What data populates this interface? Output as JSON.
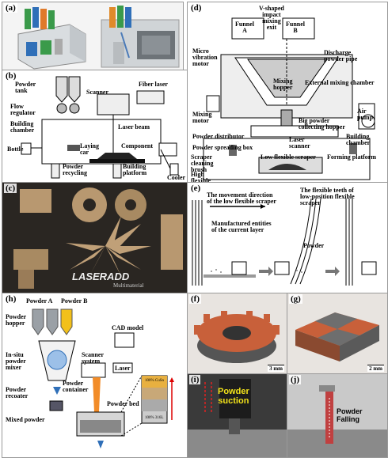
{
  "panels": {
    "a": {
      "label": "(a)"
    },
    "b": {
      "label": "(b)",
      "powder_tank": "Powder\ntank",
      "flow_regulator": "Flow\nregulator",
      "building_chamber": "Building\nchamber",
      "bottle": "Bottle",
      "scanner": "Scanner",
      "fiber_laser": "Fiber laser",
      "laser_beam": "Laser beam",
      "laying_car": "Laying\ncar",
      "component": "Component",
      "powder_recycling": "Powder\nrecycling",
      "building_platform": "Building\nplatform",
      "cooler": "Cooler"
    },
    "c": {
      "label": "(c)",
      "logo_main": "LASERADD",
      "logo_sub": "Multimaterial"
    },
    "d": {
      "label": "(d)",
      "funnel_a": "Funnel\nA",
      "funnel_b": "Funnel\nB",
      "v_shaped": "V-shaped\nimpact\nmixing\nexit",
      "micro_vibration": "Micro\nvibration\nmotor",
      "discharge": "Discharge\npowder pipe",
      "mixing_hopper": "Mixing\nhopper",
      "external_mixing": "External mixing chamber",
      "mixing_motor": "Mixing\nmotor",
      "big_powder": "Big powder\ncollecting hopper",
      "air_pump": "Air\npump",
      "powder_distributor": "Powder distributor",
      "powder_spreading_box": "Powder spreading box",
      "laser_scanner": "Laser\nscanner",
      "building_chamber": "Building\nchamber",
      "low_flexible_scraper": "Low flexible scraper",
      "forming_platform": "Forming platform",
      "scraper_cleaning": "Scraper\ncleaning\nbrush",
      "high_flexible": "High\nflexible\nscraper"
    },
    "e": {
      "label": "(e)",
      "movement": "The movement direction\nof the low flexible scraper",
      "manufactured": "Manufactured entities\nof the current layer",
      "flexible_teeth": "The flexible teeth of\nlow-position flexible\nscraper",
      "powder": "Powder"
    },
    "f": {
      "label": "(f)",
      "scale": "3 mm"
    },
    "g": {
      "label": "(g)",
      "scale": "2 mm"
    },
    "h": {
      "label": "(h)",
      "powder_a": "Powder A",
      "powder_b": "Powder B",
      "powder_hopper": "Powder\nhopper",
      "in_situ": "In-situ\npowder\nmixer",
      "cad_model": "CAD model",
      "scanner_system": "Scanner\nsystem",
      "laser": "Laser",
      "powder_recoater": "Powder\nrecoater",
      "powder_container": "Powder\ncontainer",
      "powder_bed": "Powder bed",
      "mixed_powder": "Mixed powder",
      "grad_top": "100% CuSn",
      "grad_bottom": "100% 316L"
    },
    "i": {
      "label": "(i)",
      "caption": "Powder\nsuction"
    },
    "j": {
      "label": "(j)",
      "caption": "Powder\nFalling"
    }
  },
  "colors": {
    "copper": "#c8603a",
    "steel": "#6e6e6e",
    "bronze": "#b89870",
    "yellow": "#f2e21a",
    "orange": "#f28c28",
    "grey": "#9aa0a6"
  }
}
